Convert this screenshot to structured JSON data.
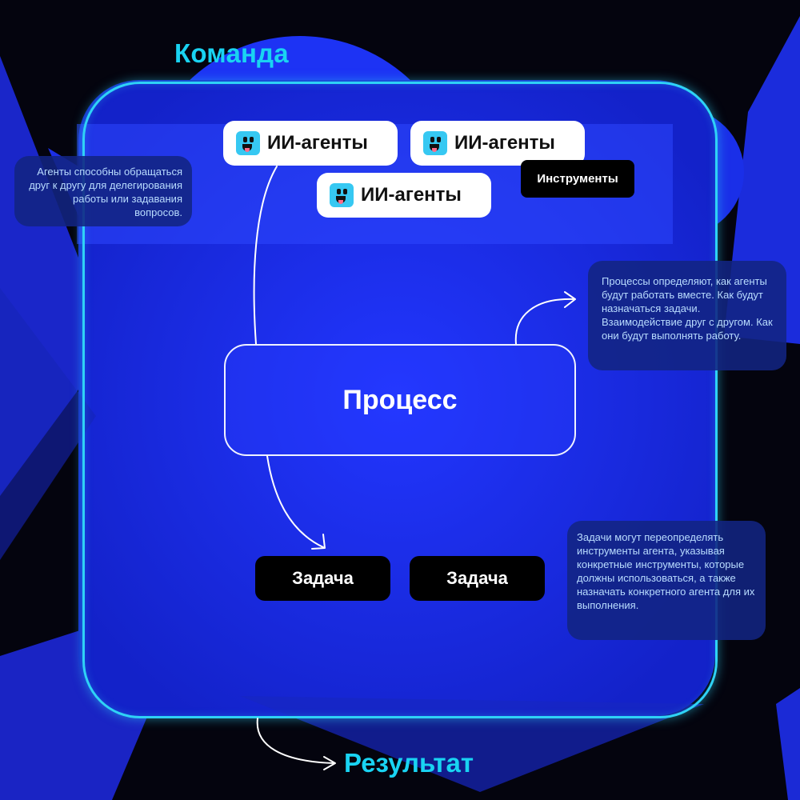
{
  "team": {
    "title": "Команда"
  },
  "agents": {
    "label": "ИИ-агенты",
    "icon": "robot-face-icon",
    "icon_color": "#36c8f2"
  },
  "tools": {
    "label": "Инструменты"
  },
  "process": {
    "label": "Процесс"
  },
  "tasks": [
    "Задача",
    "Задача"
  ],
  "result": {
    "title": "Результат"
  },
  "notes": {
    "agents": "Агенты способны обращаться друг к другу для делегирования работы или задавания вопросов.",
    "process": "Процессы определяют, как агенты будут работать вместе. Как будут назначаться задачи. Взаимодействие друг с другом. Как они будут выполнять работу.",
    "tasks": "Задачи могут переопределять инструменты агента, указывая конкретные инструменты, которые должны использоваться, а также назначать конкретного агента для их выполнения."
  },
  "colors": {
    "accent": "#19d3f2",
    "frame": "#2fd2f6",
    "background_blue": "#1a2cf0",
    "background_dark": "#04040e"
  }
}
